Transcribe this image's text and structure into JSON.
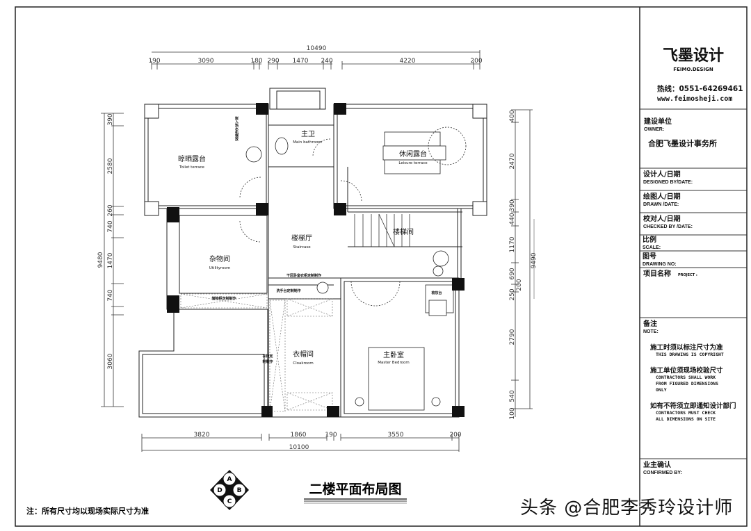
{
  "title_block": {
    "company_cn": "飞墨设计",
    "company_en": "FEIMO.DESIGN",
    "hotline": "热线：0551-64269461",
    "website": "www.feimosheji.com",
    "owner_label_cn": "建设单位",
    "owner_label_en": "OWNER:",
    "owner_value": "合肥飞墨设计事务所",
    "designed_cn": "设计人/日期",
    "designed_en": "DESIGNED BY/DATE:",
    "drawn_cn": "绘图人/日期",
    "drawn_en": "DRAWN /DATE:",
    "checked_cn": "校对人/日期",
    "checked_en": "CHECKED BY /DATE:",
    "scale_cn": "比例",
    "scale_en": "SCALE:",
    "drawing_no_cn": "图号",
    "drawing_no_en": "DRAWING NO:",
    "project_cn": "项目名称",
    "project_en": "PROJECT :",
    "note_cn": "备注",
    "note_en": "NOTE:",
    "notes": [
      {
        "cn": "施工时须以标注尺寸为准",
        "en": [
          "THIS DRAWING IS COPYRIGHT"
        ]
      },
      {
        "cn": "施工单位须现场校验尺寸",
        "en": [
          "CONTRACTORS SHALL WORK",
          "FROM FIGURED DIMENSIONS",
          "ONLY"
        ]
      },
      {
        "cn": "如有不符须立即通知设计部门",
        "en": [
          "CONTRACTORS MUST CHECK",
          "ALL DIMENSIONS ON SITE"
        ]
      }
    ],
    "confirmed_cn": "业主确认",
    "confirmed_en": "CONFIRMED BY:"
  },
  "plan": {
    "title": "二楼平面布局图",
    "footnote": "注：所有尺寸均以现场实际尺寸为准",
    "compass": [
      "A",
      "B",
      "C",
      "D"
    ],
    "rooms": {
      "toilet_terrace": {
        "cn": "晾晒露台",
        "en": "Toilet terrace"
      },
      "main_bathroom": {
        "cn": "主卫",
        "en": "Main bathroom"
      },
      "leisure_terrace": {
        "cn": "休闲露台",
        "en": "Leisure terrace"
      },
      "staircase": {
        "cn": "楼梯厅",
        "en": "Staircase"
      },
      "stairwell": {
        "cn": "楼梯间"
      },
      "utility": {
        "cn": "杂物间",
        "en": "Utilityroom"
      },
      "cloakroom": {
        "cn": "衣帽间",
        "en": "Cloakroom"
      },
      "master_bedroom": {
        "cn": "主卧室",
        "en": "Master Bedroom"
      },
      "dresser": {
        "cn": "梳妆台"
      }
    },
    "annotations": {
      "washer": "嵌入热水机摆放",
      "dry_area": "干区卧室衣柜定制制作",
      "washbasin": "洗手台定制制作",
      "storage": "储物柜定制制作",
      "wardrobe_1": "衣柜定",
      "wardrobe_2": "制制作"
    },
    "dims": {
      "top_total": "10490",
      "top": [
        "190",
        "3090",
        "180",
        "290",
        "1470",
        "240",
        "4220",
        "200"
      ],
      "bottom_total": "10100",
      "bottom": [
        "3820",
        "1860",
        "190",
        "3550",
        "200"
      ],
      "left_total": "9480",
      "left": [
        "390",
        "2580",
        "260",
        "740",
        "1470",
        "740",
        "3060"
      ],
      "right_total": "9490",
      "right": [
        "400",
        "2470",
        "390",
        "440",
        "1170",
        "690",
        "200",
        "250",
        "2790",
        "540",
        "100"
      ]
    }
  },
  "watermark": "头条 @合肥李秀玲设计师"
}
